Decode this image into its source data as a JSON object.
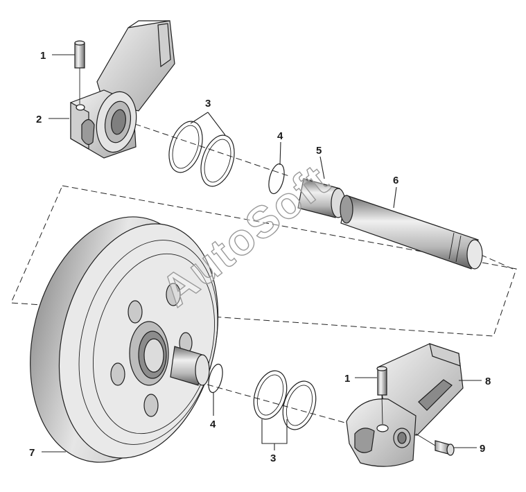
{
  "callouts": {
    "c1a": "1",
    "c2": "2",
    "c3a": "3",
    "c4a": "4",
    "c5": "5",
    "c6": "6",
    "c7": "7",
    "c3b": "3",
    "c4b": "4",
    "c1b": "1",
    "c8": "8",
    "c9": "9"
  },
  "watermark": {
    "text": "AutoSoft"
  },
  "colors": {
    "line": "#1e1e1e",
    "fill_light": "#f2f2f2",
    "fill_mid": "#d6d6d6",
    "fill_dark": "#8a8a8a"
  }
}
